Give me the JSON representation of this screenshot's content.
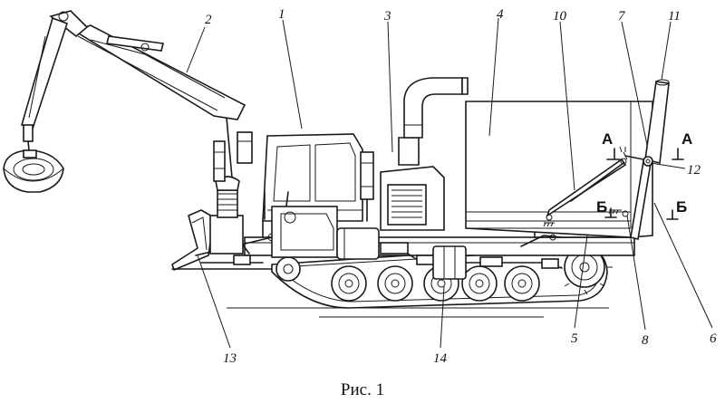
{
  "figure": {
    "caption": "Рис. 1",
    "labels": [
      {
        "id": "1",
        "text": "1"
      },
      {
        "id": "2",
        "text": "2"
      },
      {
        "id": "3",
        "text": "3"
      },
      {
        "id": "4",
        "text": "4"
      },
      {
        "id": "5",
        "text": "5"
      },
      {
        "id": "6",
        "text": "6"
      },
      {
        "id": "7",
        "text": "7"
      },
      {
        "id": "8",
        "text": "8"
      },
      {
        "id": "10",
        "text": "10"
      },
      {
        "id": "11",
        "text": "11"
      },
      {
        "id": "12",
        "text": "12"
      },
      {
        "id": "13",
        "text": "13"
      },
      {
        "id": "14",
        "text": "14"
      }
    ],
    "section_marks": {
      "a": "А",
      "b": "Б"
    }
  }
}
